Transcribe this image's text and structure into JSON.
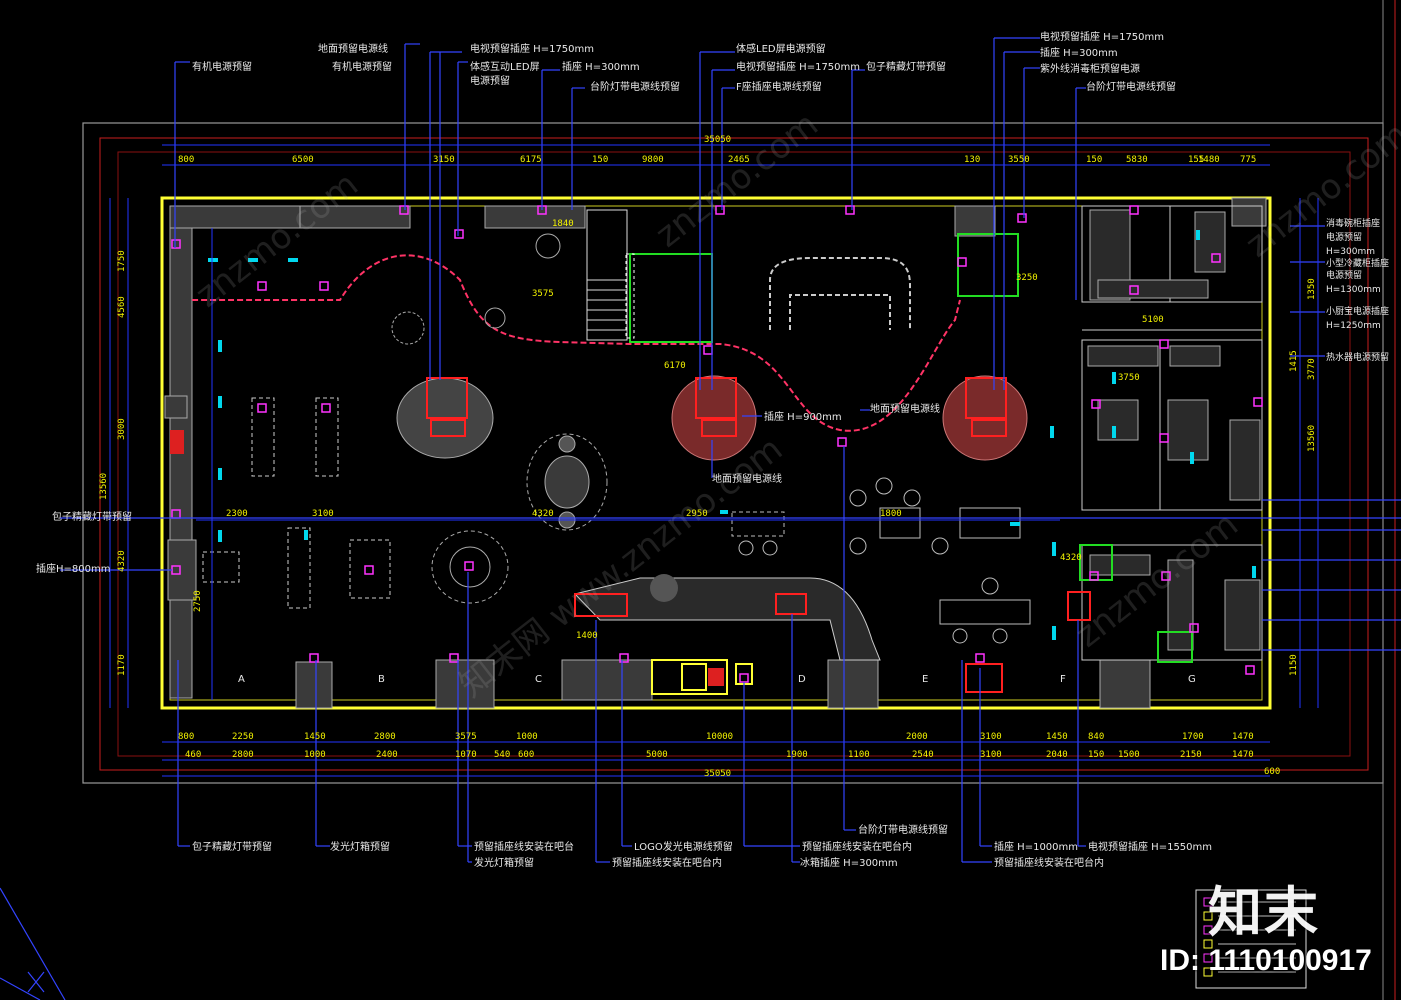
{
  "drawing": {
    "colors": {
      "background": "#000000",
      "wall": "#ffff33",
      "dimension": "#2222ff",
      "dim_text": "#ffff00",
      "outer_frame": "#d02020",
      "socket": "#ff33ff",
      "leader": "#3333ff",
      "furniture": "#bbbbbb",
      "green": "#22dd22",
      "cyan": "#00e5ff"
    },
    "top_labels": [
      "地面预留电源线",
      "电视预留插座 H=1750mm",
      "有机电源预留",
      "有机电源预留",
      "体感互动LED屏",
      "插座 H=300mm",
      "电源预留",
      "台阶灯带电源线预留",
      "体感LED屏电源预留",
      "电视预留插座 H=1750mm",
      "包子精藏灯带预留",
      "F座插座电源线预留",
      "电视预留插座 H=1750mm",
      "插座 H=300mm",
      "紫外线消毒柜预留电源",
      "台阶灯带电源线预留"
    ],
    "bottom_labels": [
      "包子精藏灯带预留",
      "发光灯箱预留",
      "预留插座线安装在吧台",
      "发光灯箱预留",
      "LOGO发光电源线预留",
      "预留插座线安装在吧台内",
      "台阶灯带电源线预留",
      "预留插座线安装在吧台内",
      "冰箱插座 H=300mm",
      "插座 H=1000mm",
      "电视预留插座 H=1550mm",
      "预留插座线安装在吧台内"
    ],
    "middle_labels": [
      "插座 H=900mm",
      "地面预留电源线",
      "地面预留电源线"
    ],
    "left_labels": [
      "包子精藏灯带预留",
      "插座H=800mm"
    ],
    "right_labels": [
      "消毒碗柜插座",
      "电源预留",
      "H=300mm",
      "小型冷藏柜插座",
      "电源预留",
      "H=1300mm",
      "小厨宝电源插座",
      "H=1250mm",
      "热水器电源预留"
    ],
    "top_dims": [
      "800",
      "6500",
      "3150",
      "6175",
      "150",
      "9800",
      "2465",
      "3550",
      "130",
      "150",
      "5830",
      "155",
      "1480",
      "775"
    ],
    "top_overall": "35050",
    "bottom_dims_row1": [
      "800",
      "2250",
      "1450",
      "2800",
      "3575",
      "1000",
      "10000",
      "2000",
      "3100",
      "1450",
      "840",
      "1700",
      "1470"
    ],
    "bottom_dims_row2": [
      "460",
      "2800",
      "1000",
      "2400",
      "1070",
      "540",
      "600",
      "5000",
      "1900",
      "1100",
      "2540",
      "3100",
      "2040",
      "150",
      "1500",
      "2150",
      "1470"
    ],
    "bottom_overall": "35050",
    "bottom_edge": "600",
    "left_dims": [
      "1750",
      "4560",
      "3000",
      "13560",
      "4320",
      "2750",
      "1170"
    ],
    "right_dims": [
      "1350",
      "1415",
      "3770",
      "13560",
      "1150"
    ],
    "interior_dims": [
      "1840",
      "3575",
      "2300",
      "4320",
      "3100",
      "2950",
      "1800",
      "6170",
      "1400",
      "5100",
      "4320",
      "3750",
      "3250"
    ],
    "column_tags": [
      "A",
      "B",
      "C",
      "D",
      "E",
      "F",
      "G"
    ],
    "legend_rows": 6
  },
  "watermark": {
    "logo": "知末",
    "id": "ID: 1110100917",
    "diagonal": [
      "znzmo.com",
      "知末网 www.znzmo.com"
    ]
  }
}
